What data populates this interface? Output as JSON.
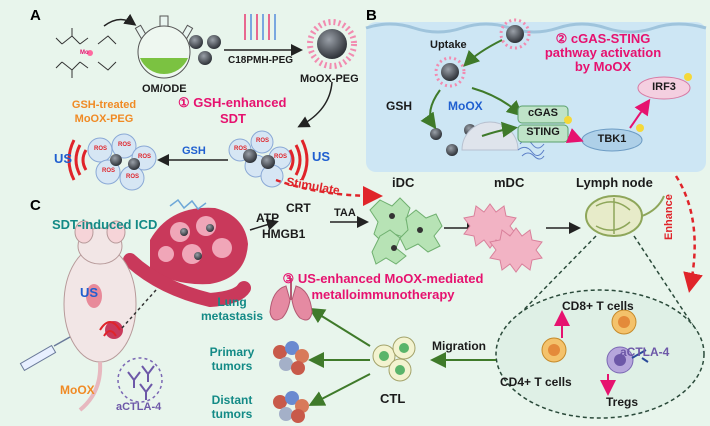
{
  "panels": {
    "a": "A",
    "b": "B",
    "c": "C"
  },
  "panel_a": {
    "mo_label": "Mo",
    "solvent": "OM/ODE",
    "polymer": "C18PMH-PEG",
    "product": "MoOX-PEG",
    "step1": "① GSH-enhanced",
    "step1b": "SDT",
    "gsh_treated_1": "GSH-treated",
    "gsh_treated_2": "MoOX-PEG",
    "gsh": "GSH",
    "us_left": "US",
    "us_right": "US",
    "ros": "ROS",
    "stimulate": "Stimulate"
  },
  "panel_b": {
    "uptake": "Uptake",
    "title_1": "② cGAS-STING",
    "title_2": "pathway activation",
    "title_3": "by MoOX",
    "gsh": "GSH",
    "moox": "MoOX",
    "cgas": "cGAS",
    "sting": "STING",
    "irf3": "IRF3",
    "tbk1": "TBK1",
    "enhance": "Enhance"
  },
  "panel_c": {
    "icd": "SDT-induced ICD",
    "atp": "ATP",
    "crt": "CRT",
    "hmgb1": "HMGB1",
    "taa": "TAA",
    "idc": "iDC",
    "mdc": "mDC",
    "lymph": "Lymph node",
    "us": "US",
    "step3_1": "③ US-enhanced MoOX-mediated",
    "step3_2": "metalloimmunotherapy",
    "lung_1": "Lung",
    "lung_2": "metastasis",
    "primary_1": "Primary",
    "primary_2": "tumors",
    "distant_1": "Distant",
    "distant_2": "tumors",
    "ctl": "CTL",
    "migration": "Migration",
    "cd8": "CD8+ T cells",
    "cd4": "CD4+ T cells",
    "actla4_node": "aCTLA-4",
    "tregs": "Tregs",
    "moox": "MoOX",
    "actla4": "aCTLA-4"
  },
  "colors": {
    "background": "#e8f5ec",
    "magenta": "#e6126f",
    "blue": "#1f5fd0",
    "orange": "#f08a24",
    "teal": "#138a86",
    "green_arrow": "#3f7a2a",
    "red": "#e0242a"
  }
}
